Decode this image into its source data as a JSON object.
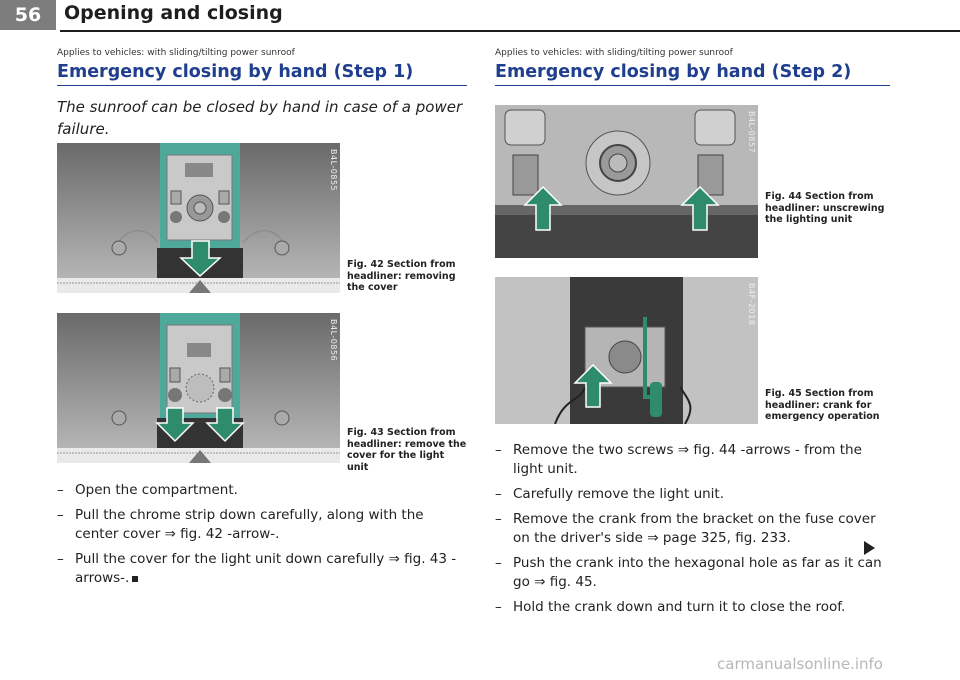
{
  "header": {
    "page_number": "56",
    "section": "Opening and closing"
  },
  "left": {
    "applies": "Applies to vehicles: with sliding/tilting power sunroof",
    "title": "Emergency closing by hand (Step 1)",
    "intro": "The sunroof can be closed by hand in case of a power failure.",
    "fig42": {
      "code": "B4L-0855",
      "caption": "Fig. 42 Section from headliner: removing the cover"
    },
    "fig43": {
      "code": "B4L-0856",
      "caption": "Fig. 43 Section from headliner: remove the cover for the light unit"
    },
    "steps": [
      "Open the compartment.",
      "Pull the chrome strip down carefully, along with the center cover ⇒ fig. 42 -arrow-.",
      "Pull the cover for the light unit down carefully ⇒ fig. 43 -arrows-."
    ]
  },
  "right": {
    "applies": "Applies to vehicles: with sliding/tilting power sunroof",
    "title": "Emergency closing by hand (Step 2)",
    "fig44": {
      "code": "B4L-0857",
      "caption": "Fig. 44 Section from headliner: unscrewing the lighting unit"
    },
    "fig45": {
      "code": "B4F-2018",
      "caption": "Fig. 45 Section from headliner: crank for emergency operation"
    },
    "steps": [
      "Remove the two screws ⇒ fig. 44 -arrows - from the light unit.",
      "Carefully remove the light unit.",
      "Remove the crank from the bracket on the fuse cover on the driver's side ⇒ page 325, fig. 233.",
      "Push the crank into the hexagonal hole as far as it can go ⇒ fig. 45.",
      "Hold the crank down and turn it to close the roof."
    ]
  },
  "watermark": "carmanualsonline.info",
  "colors": {
    "heading_blue": "#1f3f8e",
    "arrow_green": "#2e8b6b",
    "page_tab": "#7d7d7d"
  }
}
